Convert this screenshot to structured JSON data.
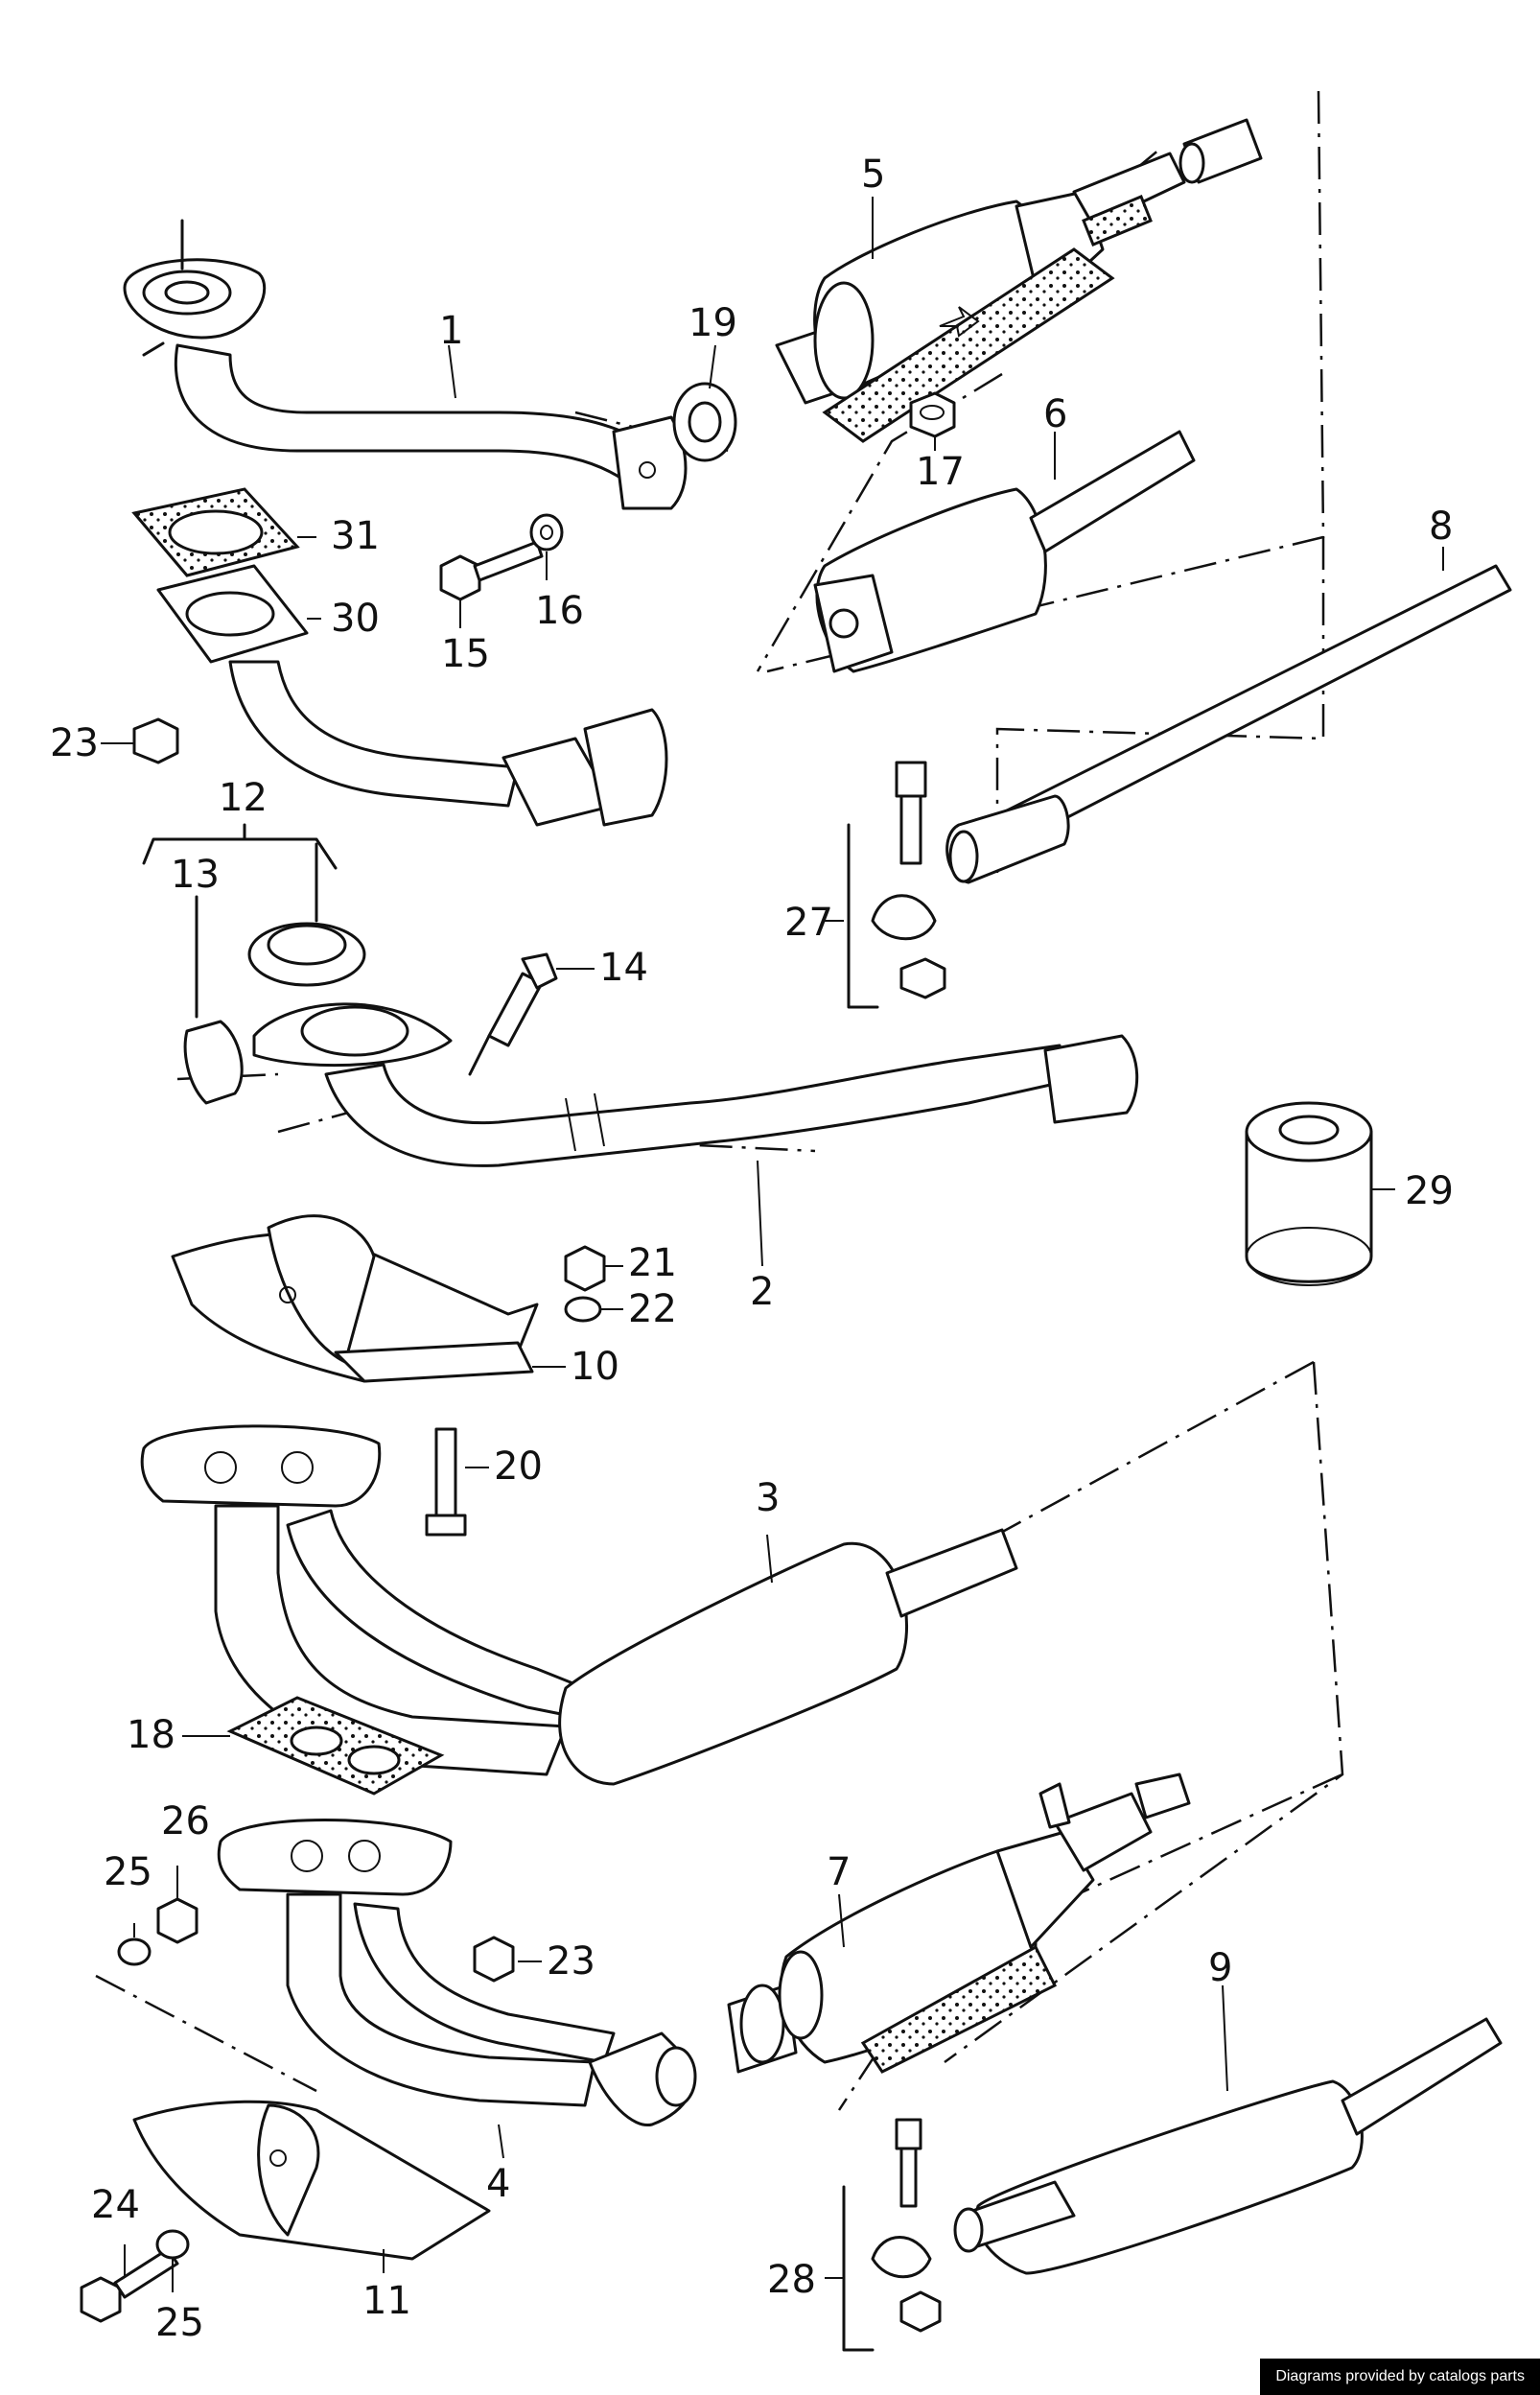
{
  "labels": [
    {
      "n": "1"
    },
    {
      "n": "2"
    },
    {
      "n": "3"
    },
    {
      "n": "4"
    },
    {
      "n": "5"
    },
    {
      "n": "6"
    },
    {
      "n": "7"
    },
    {
      "n": "8"
    },
    {
      "n": "9"
    },
    {
      "n": "10"
    },
    {
      "n": "11"
    },
    {
      "n": "12"
    },
    {
      "n": "13"
    },
    {
      "n": "14"
    },
    {
      "n": "15"
    },
    {
      "n": "16"
    },
    {
      "n": "17"
    },
    {
      "n": "18"
    },
    {
      "n": "19"
    },
    {
      "n": "20"
    },
    {
      "n": "21"
    },
    {
      "n": "22"
    },
    {
      "n": "23"
    },
    {
      "n": "23"
    },
    {
      "n": "24"
    },
    {
      "n": "25"
    },
    {
      "n": "25"
    },
    {
      "n": "26"
    },
    {
      "n": "27"
    },
    {
      "n": "28"
    },
    {
      "n": "29"
    },
    {
      "n": "30"
    },
    {
      "n": "31"
    }
  ],
  "watermark": "Diagrams provided by catalogs parts"
}
